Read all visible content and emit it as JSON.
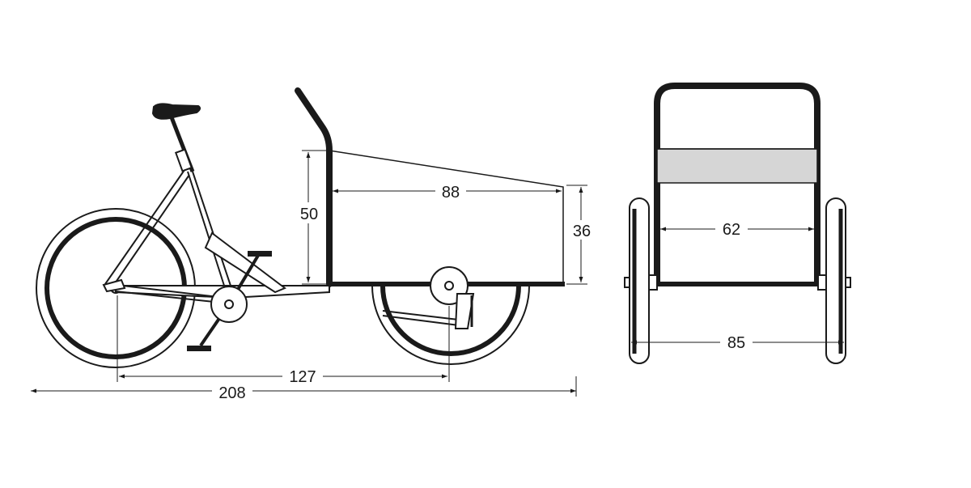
{
  "dimensions": {
    "total_length": "208",
    "wheelbase": "127",
    "box_height": "50",
    "box_length": "88",
    "box_front_height": "36",
    "box_width": "62",
    "track_width": "85"
  },
  "colors": {
    "line": "#1a1a1a",
    "band": "#d6d6d6"
  }
}
